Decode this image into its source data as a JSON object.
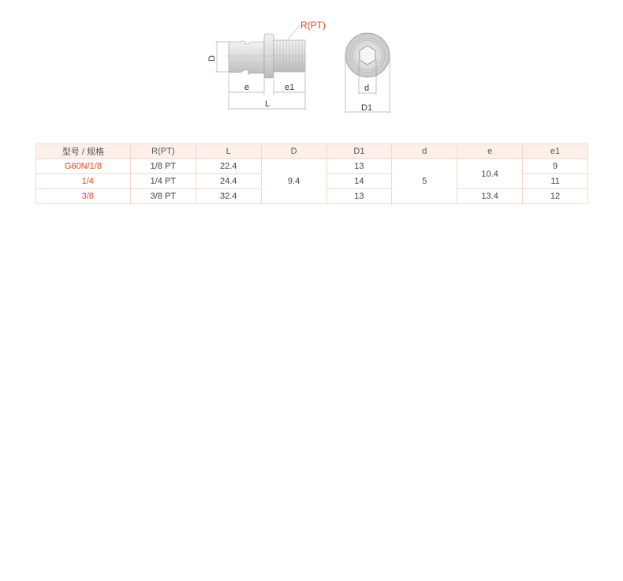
{
  "drawing": {
    "callout": "R(PT)",
    "dims": {
      "D": "D",
      "e": "e",
      "e1": "e1",
      "L": "L",
      "d": "d",
      "D1": "D1"
    }
  },
  "table": {
    "headers": [
      "型号 / 规格",
      "R(PT)",
      "L",
      "D",
      "D1",
      "d",
      "e",
      "e1"
    ],
    "rows": [
      {
        "model": "G60N/1/8",
        "r": "1/8 PT",
        "L": "22.4",
        "D1": "13",
        "e1": "9"
      },
      {
        "model": "1/4",
        "r": "1/4 PT",
        "L": "24.4",
        "D1": "14",
        "e1": "11"
      },
      {
        "model": "3/8",
        "r": "3/8 PT",
        "L": "32.4",
        "D1": "13",
        "e1": "12"
      }
    ],
    "merged": {
      "D": "9.4",
      "d": "5",
      "e_rows_1_2": "10.4",
      "e_row_3": "13.4"
    }
  },
  "colors": {
    "accent": "#e8471c",
    "header_bg": "#fdf0ea",
    "border": "#f3d9cc"
  }
}
